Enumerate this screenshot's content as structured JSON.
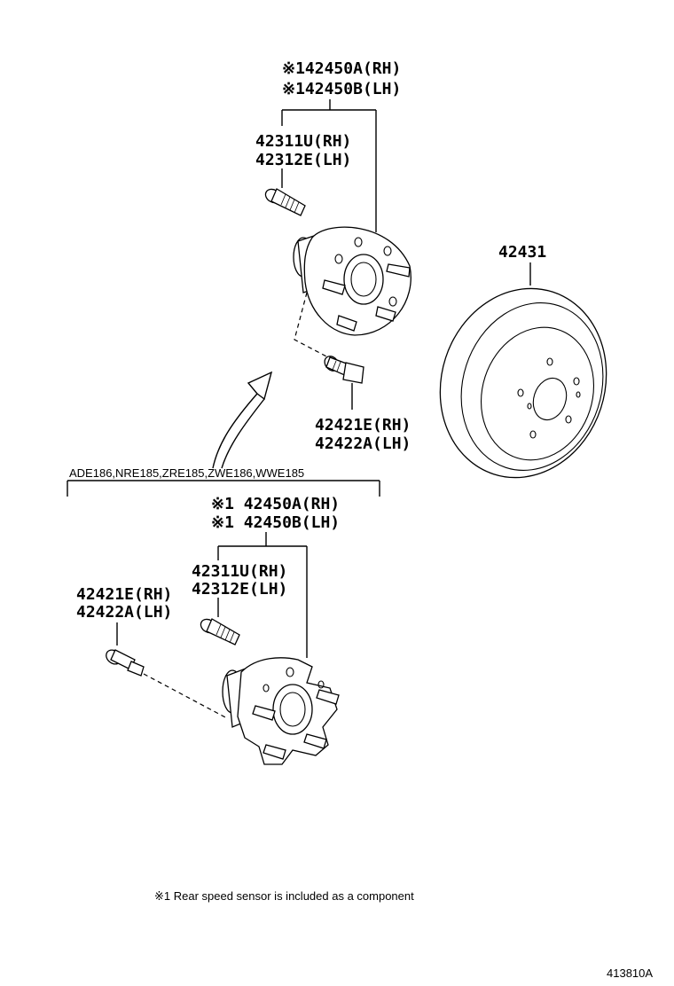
{
  "upper_assembly": {
    "hub_part_rh": "※142450A(RH)",
    "hub_part_lh": "※142450B(LH)",
    "stud_rh": "42311U(RH)",
    "stud_lh": "42312E(LH)",
    "bolt_rh": "42421E(RH)",
    "bolt_lh": "42422A(LH)"
  },
  "disc": {
    "part_number": "42431"
  },
  "lower_assembly": {
    "model_codes": "ADE186,NRE185,ZRE185,ZWE186,WWE185",
    "hub_part_rh": "※1 42450A(RH)",
    "hub_part_lh": "※1 42450B(LH)",
    "stud_rh": "42311U(RH)",
    "stud_lh": "42312E(LH)",
    "bolt_rh": "42421E(RH)",
    "bolt_lh": "42422A(LH)"
  },
  "footnote": "※1 Rear speed sensor is included as a component",
  "drawing_id": "413810A"
}
